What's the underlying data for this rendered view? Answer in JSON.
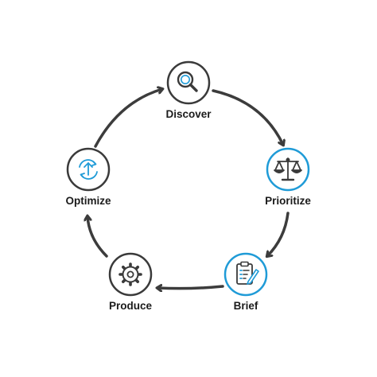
{
  "diagram": {
    "stages": [
      {
        "label": "Discover",
        "icon": "magnifying-glass-icon",
        "accent": "#3a3a3a"
      },
      {
        "label": "Prioritize",
        "icon": "balance-scale-icon",
        "accent": "#1f9bd7"
      },
      {
        "label": "Brief",
        "icon": "clipboard-pen-icon",
        "accent": "#1f9bd7"
      },
      {
        "label": "Produce",
        "icon": "gear-icon",
        "accent": "#3a3a3a"
      },
      {
        "label": "Optimize",
        "icon": "refresh-growth-icon",
        "accent": "#1f9bd7"
      }
    ],
    "colors": {
      "arrow": "#3c3c3c",
      "ring_dark": "#3a3a3a",
      "ring_blue": "#1f9bd7",
      "icon_dark": "#3a3a3a",
      "icon_blue": "#1f9bd7",
      "text": "#1b1b1b"
    }
  }
}
